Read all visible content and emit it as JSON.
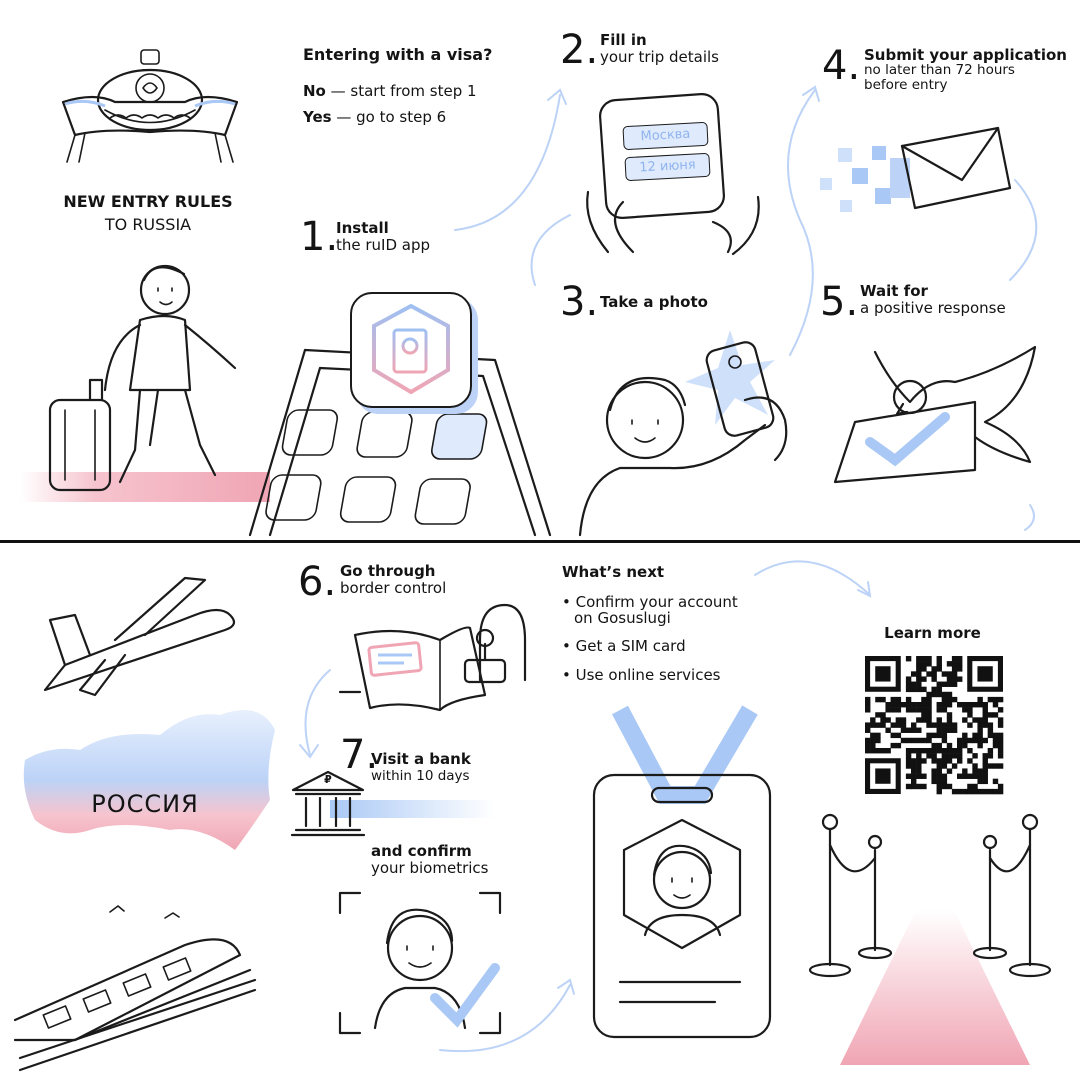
{
  "header": {
    "title": "NEW ENTRY RULES",
    "subtitle": "TO RUSSIA"
  },
  "visa": {
    "question": "Entering with a visa?",
    "no_label": "No",
    "no_text": " — start from step 1",
    "yes_label": "Yes",
    "yes_text": " — go to step 6"
  },
  "steps": [
    {
      "number": "1.",
      "title": "Install",
      "text": "the ruID app"
    },
    {
      "number": "2.",
      "title": "Fill in",
      "text": "your trip details"
    },
    {
      "number": "3.",
      "title": "Take a photo",
      "text": ""
    },
    {
      "number": "4.",
      "title": "Submit your application",
      "text": "no later than 72 hours",
      "text2": "before entry"
    },
    {
      "number": "5.",
      "title": "Wait for",
      "text": "a positive response"
    },
    {
      "number": "6.",
      "title": "Go through",
      "text": "border control"
    },
    {
      "number": "7.",
      "title": "Visit a bank",
      "text": "within 10 days"
    }
  ],
  "biometrics": {
    "title": "and confirm",
    "text": "your biometrics"
  },
  "phone_fields": {
    "city": "Москва",
    "date": "12 июня"
  },
  "map_label": "РОССИЯ",
  "whats_next": {
    "title": "What’s next",
    "items": [
      "Confirm your account",
      "on Gosuslugi",
      "Get a SIM card",
      "Use online services"
    ]
  },
  "learn_more": "Learn more",
  "bank_symbol": "₽",
  "colors": {
    "accent_blue": "#a9c8f5",
    "accent_pink": "#f0a5b4",
    "ink": "#141414"
  }
}
